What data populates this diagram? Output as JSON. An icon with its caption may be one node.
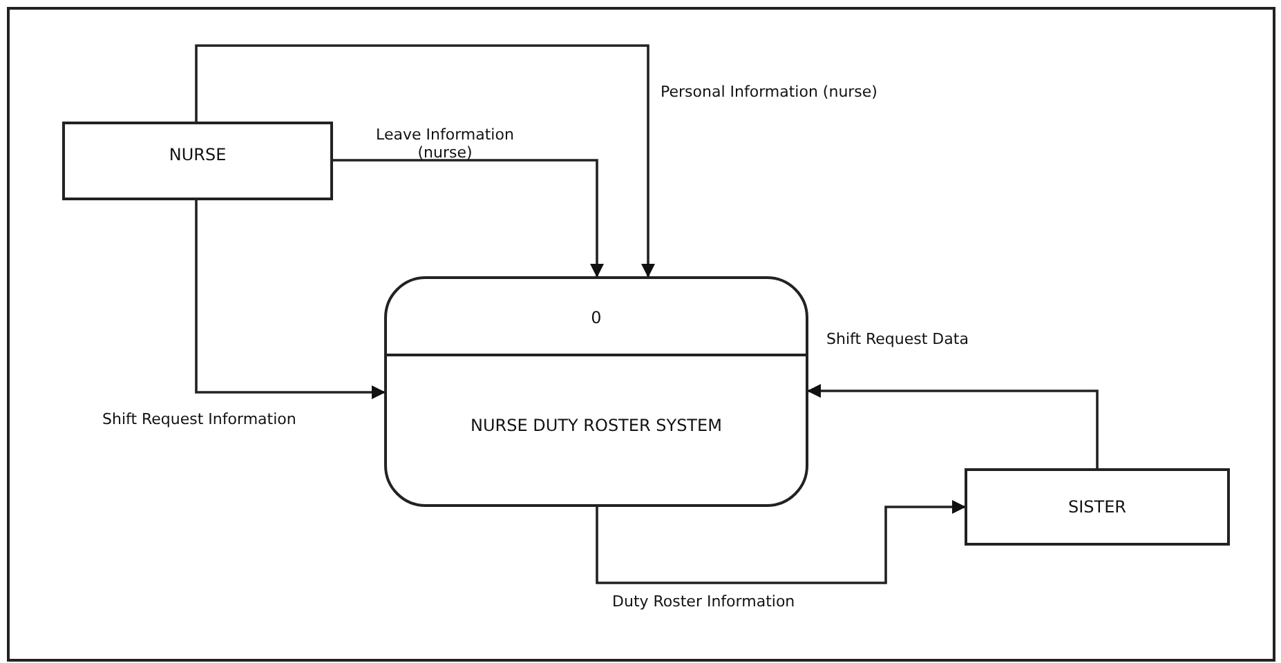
{
  "diagram": {
    "nodes": [
      {
        "text": [
          "NURSE"
        ]
      },
      {
        "text": [
          "0",
          "NURSE DUTY ROSTER SYSTEM"
        ]
      },
      {
        "text": [
          "SISTER"
        ]
      }
    ],
    "edges": [
      {
        "from": 0,
        "to": 1,
        "arrow": "to",
        "label": "Personal Information (nurse)"
      },
      {
        "from": 0,
        "to": 1,
        "arrow": "to",
        "label": "Leave Information (nurse)"
      },
      {
        "from": 0,
        "to": 1,
        "arrow": "to",
        "label": "Shift Request Information"
      },
      {
        "from": 2,
        "to": 1,
        "arrow": "to",
        "label": "Shift Request Data"
      },
      {
        "from": 1,
        "to": 2,
        "arrow": "to",
        "label": "Duty Roster Information"
      }
    ]
  }
}
